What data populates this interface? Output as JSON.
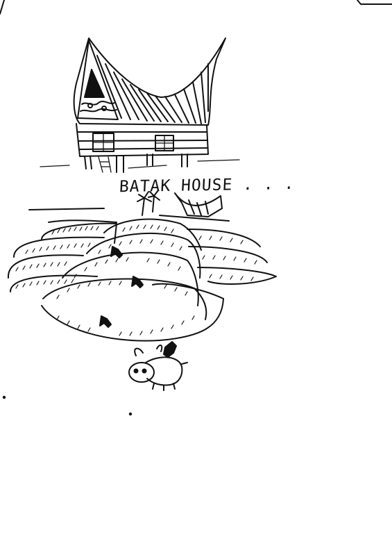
{
  "caption": "BATAK HOUSE . . .",
  "colors": {
    "ink": "#111111",
    "paper": "#ffffff"
  },
  "subjects": [
    "batak-house",
    "rice-terraces",
    "small-batak-roof",
    "palm-trees",
    "farmers",
    "water-buffalo"
  ]
}
